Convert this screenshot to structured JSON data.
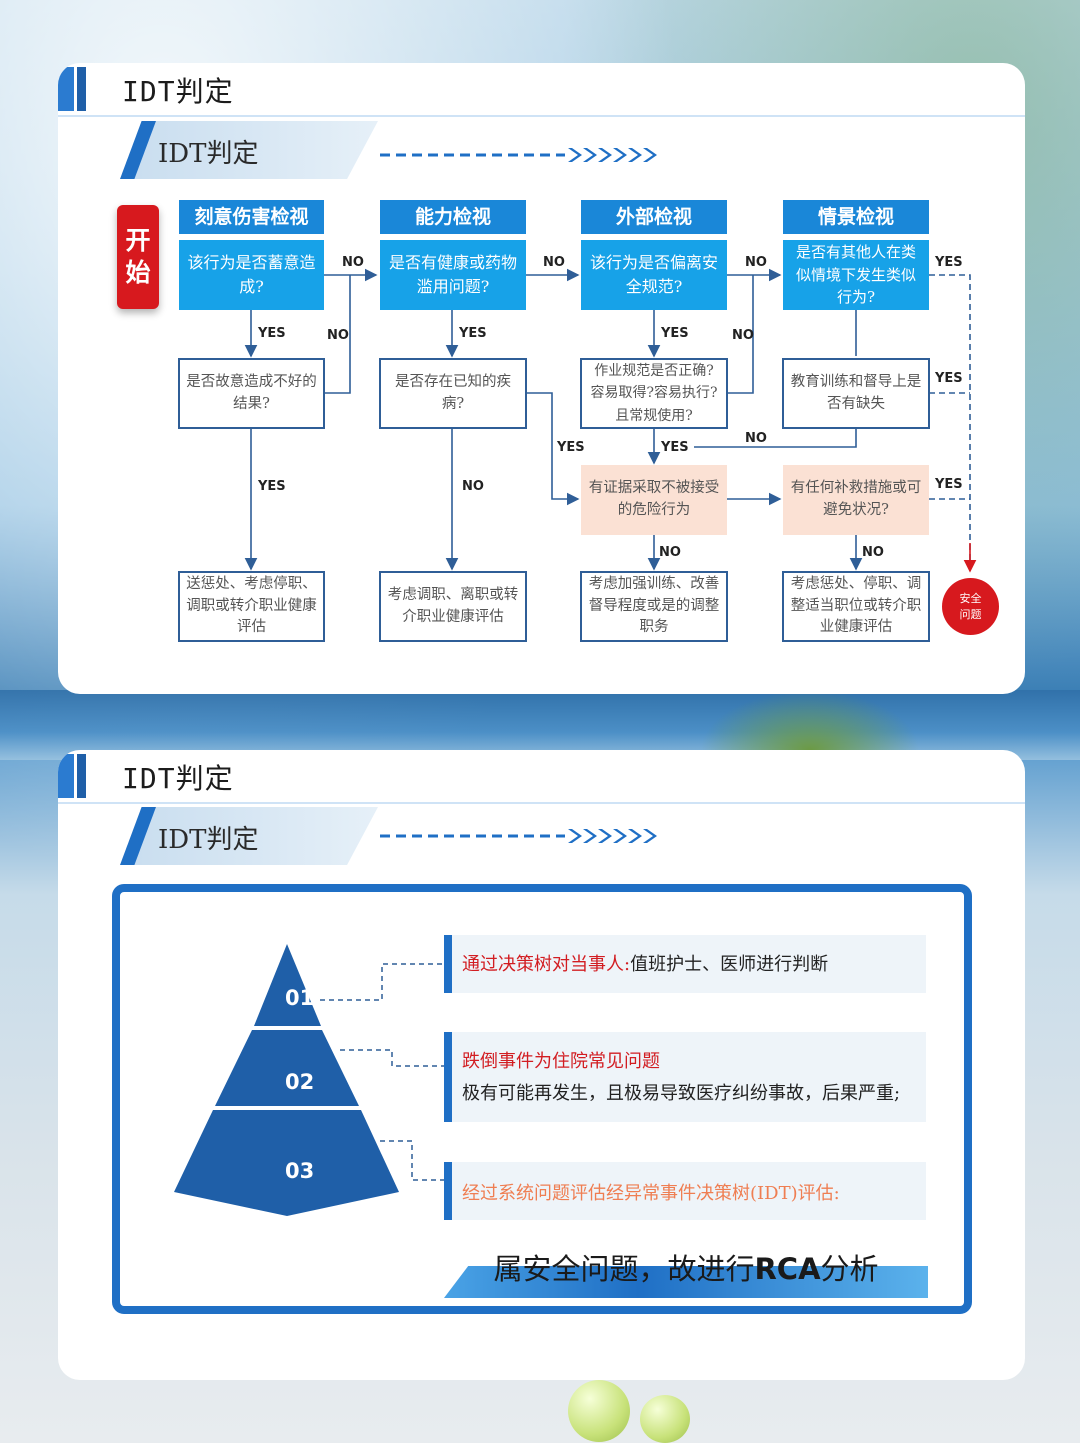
{
  "section_title": "IDT判定",
  "sub_title": "IDT判定",
  "flow": {
    "start": [
      "开",
      "始"
    ],
    "columns": [
      {
        "header": "刻意伤害检视",
        "question": "该行为是否蓄意造成?",
        "mid": "是否故意造成不好的结果?",
        "end": "送惩处、考虑停职、调职或转介职业健康评估"
      },
      {
        "header": "能力检视",
        "question": "是否有健康或药物滥用问题?",
        "mid": "是否存在已知的疾病?",
        "end": "考虑调职、离职或转介职业健康评估"
      },
      {
        "header": "外部检视",
        "question": "该行为是否偏离安全规范?",
        "mid": "作业规范是否正确?容易取得?容易执行?且常规使用?",
        "pink": "有证据采取不被接受的危险行为",
        "end": "考虑加强训练、改善督导程度或是的调整职务"
      },
      {
        "header": "情景检视",
        "question": "是否有其他人在类似情境下发生类似行为?",
        "mid": "教育训练和督导上是否有缺失",
        "pink": "有任何补救措施或可避免状况?",
        "end": "考虑惩处、停职、调整适当职位或转介职业健康评估"
      }
    ],
    "labels": {
      "yes": "YES",
      "no": "NO"
    },
    "safe": [
      "安全",
      "问题"
    ]
  },
  "pyramid": {
    "levels": [
      "01",
      "02",
      "03"
    ],
    "items": [
      {
        "red": "通过决策树对当事人:",
        "dark": "值班护士、医师进行判断"
      },
      {
        "red": "跌倒事件为住院常见问题",
        "dark": "极有可能再发生，且极易导致医疗纠纷事故，后果严重;"
      },
      {
        "orange": "经过系统问题评估经异常事件决策树(IDT)评估:"
      }
    ],
    "conclusion_a": "属安全问题，故进行",
    "conclusion_b": "RCA",
    "conclusion_c": "分析"
  },
  "colors": {
    "accent": "#1f6fc5",
    "header": "#1a87d8",
    "question": "#17a2e8",
    "pink": "#fbe1d4",
    "red": "#d7191e"
  }
}
